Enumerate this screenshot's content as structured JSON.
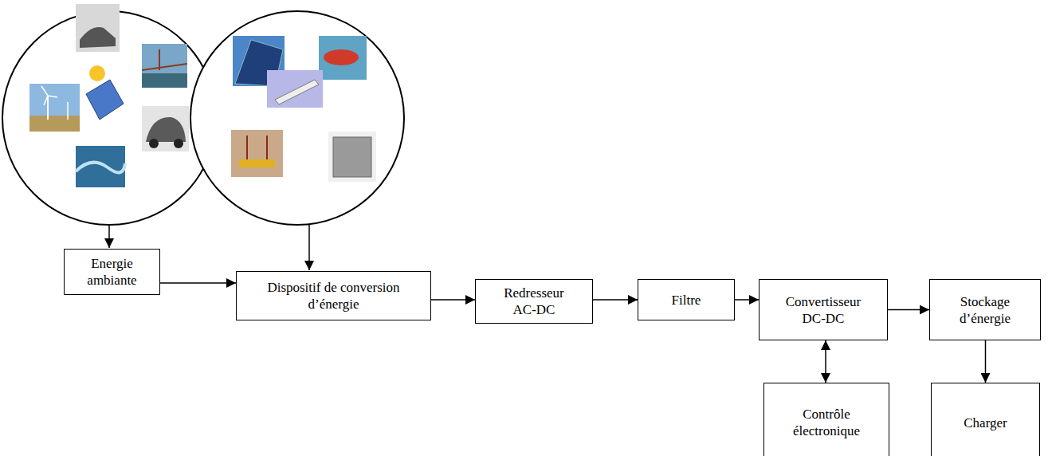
{
  "diagram": {
    "nodes": [
      {
        "text": [
          "Energie ambiante"
        ]
      },
      {
        "text": [
          "Dispositif de conversion d’énergie"
        ]
      },
      {
        "text": [
          "Redresseur AC-DC"
        ]
      },
      {
        "text": [
          "Filtre"
        ]
      },
      {
        "text": [
          "Convertisseur DC-DC"
        ]
      },
      {
        "text": [
          "Stockage d’énergie"
        ]
      },
      {
        "text": [
          "Contrôle électronique"
        ]
      },
      {
        "text": [
          "Charger"
        ]
      }
    ],
    "edges": [
      {
        "from": 0,
        "to": 1,
        "arrow": "to"
      },
      {
        "from": 1,
        "to": 2,
        "arrow": "to"
      },
      {
        "from": 2,
        "to": 3,
        "arrow": "to"
      },
      {
        "from": 3,
        "to": 4,
        "arrow": "to"
      },
      {
        "from": 4,
        "to": 5,
        "arrow": "to"
      },
      {
        "from": 4,
        "to": 6,
        "arrow": "both"
      },
      {
        "from": 5,
        "to": 7,
        "arrow": "to"
      }
    ]
  }
}
